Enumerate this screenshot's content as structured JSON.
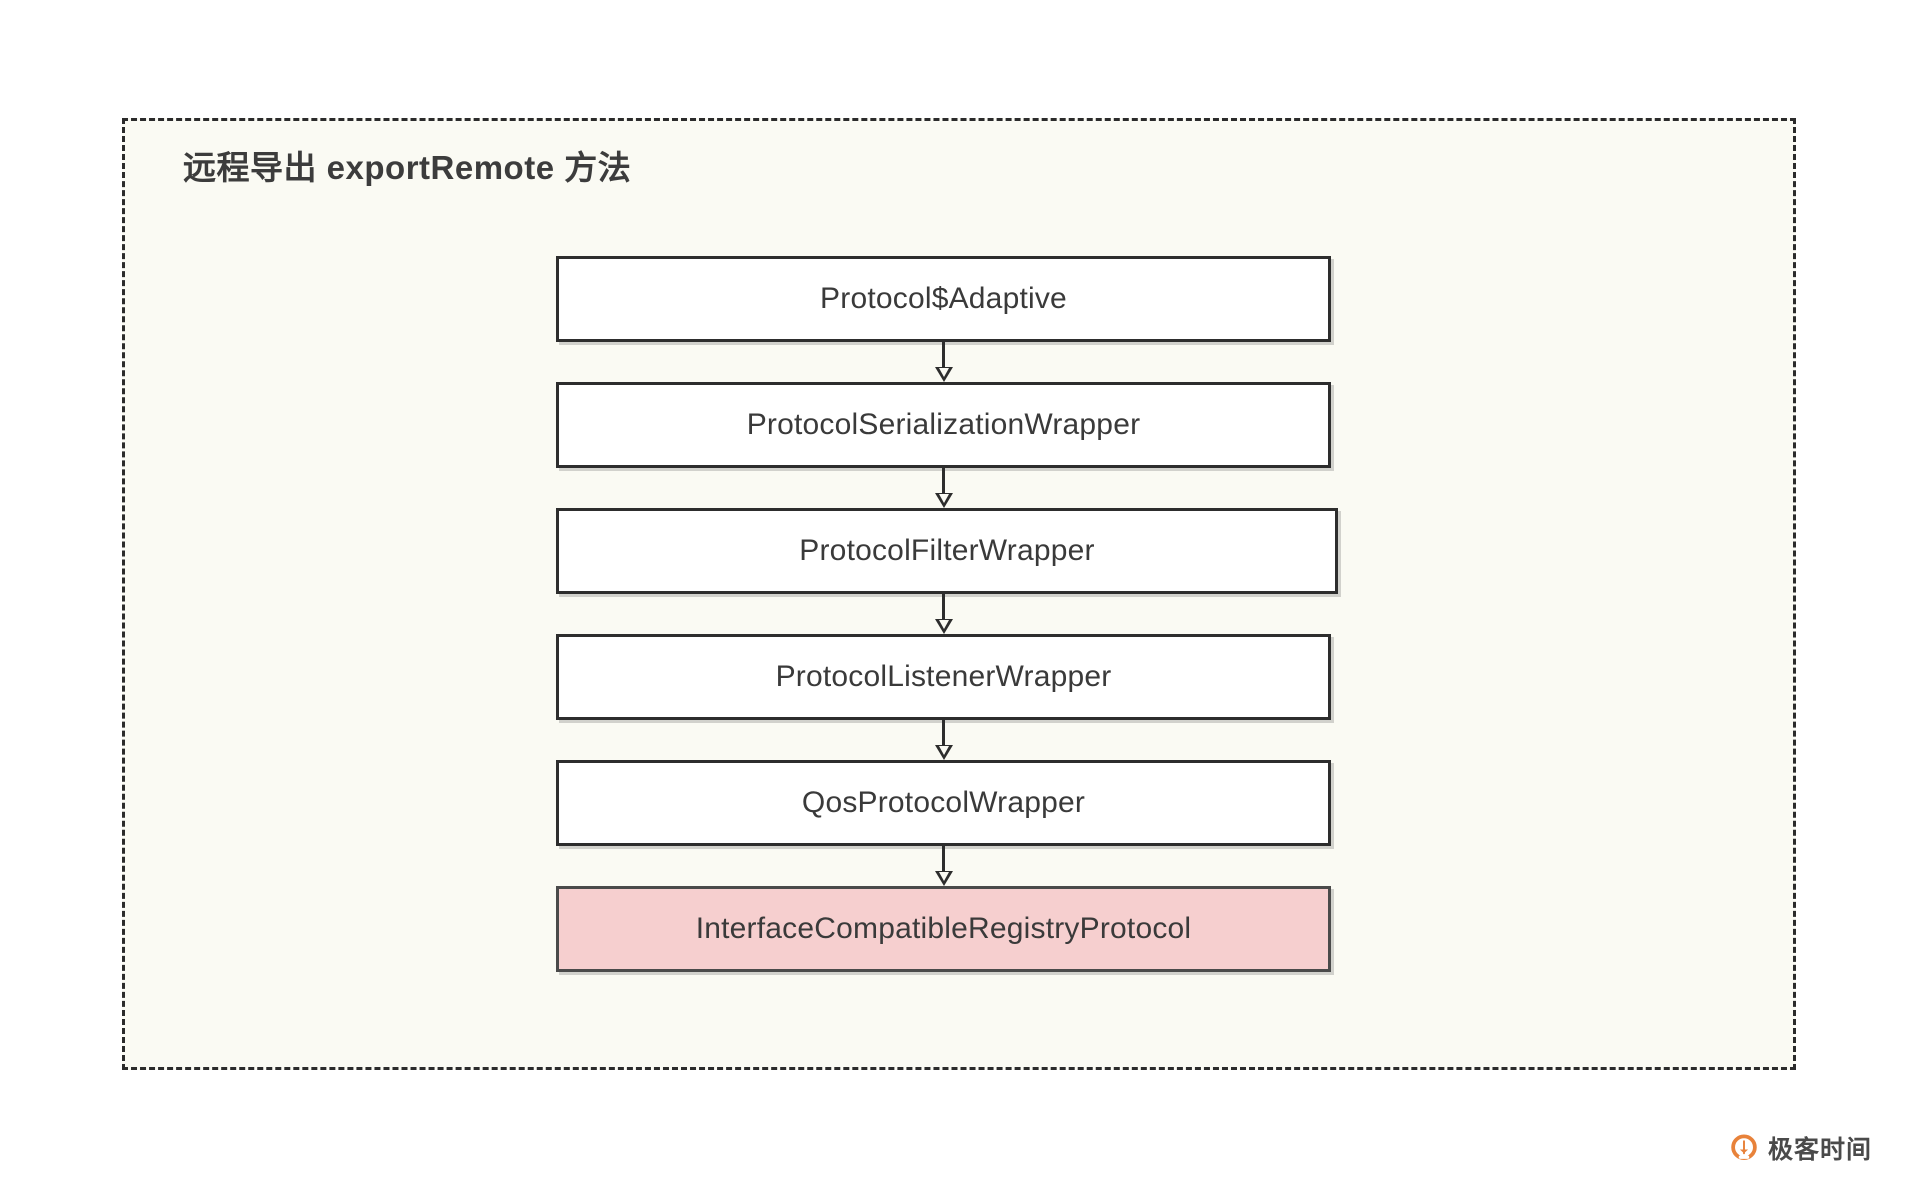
{
  "diagram": {
    "group_title": "远程导出 exportRemote 方法",
    "background_color": "#fafaf3",
    "page_background_color": "#ffffff",
    "border_color": "#2b2b2b",
    "border_style": "dashed",
    "nodes": [
      {
        "label": "Protocol$Adaptive",
        "fill": "#ffffff",
        "highlight": false
      },
      {
        "label": "ProtocolSerializationWrapper",
        "fill": "#ffffff",
        "highlight": false
      },
      {
        "label": "ProtocolFilterWrapper",
        "fill": "#ffffff",
        "highlight": false
      },
      {
        "label": "ProtocolListenerWrapper",
        "fill": "#ffffff",
        "highlight": false
      },
      {
        "label": "QosProtocolWrapper",
        "fill": "#ffffff",
        "highlight": false
      },
      {
        "label": "InterfaceCompatibleRegistryProtocol",
        "fill": "#f6cfcf",
        "highlight": true
      }
    ],
    "highlight_color": "#f6cfcf",
    "node_border_color": "#2d2d2d",
    "arrow_color": "#2d2d2d",
    "arrow_direction": "down"
  },
  "watermark": {
    "text": "极客时间",
    "logo_icon": "geektime-ring-logo-icon",
    "logo_color": "#e8823a",
    "text_color": "#4a4a4a"
  }
}
